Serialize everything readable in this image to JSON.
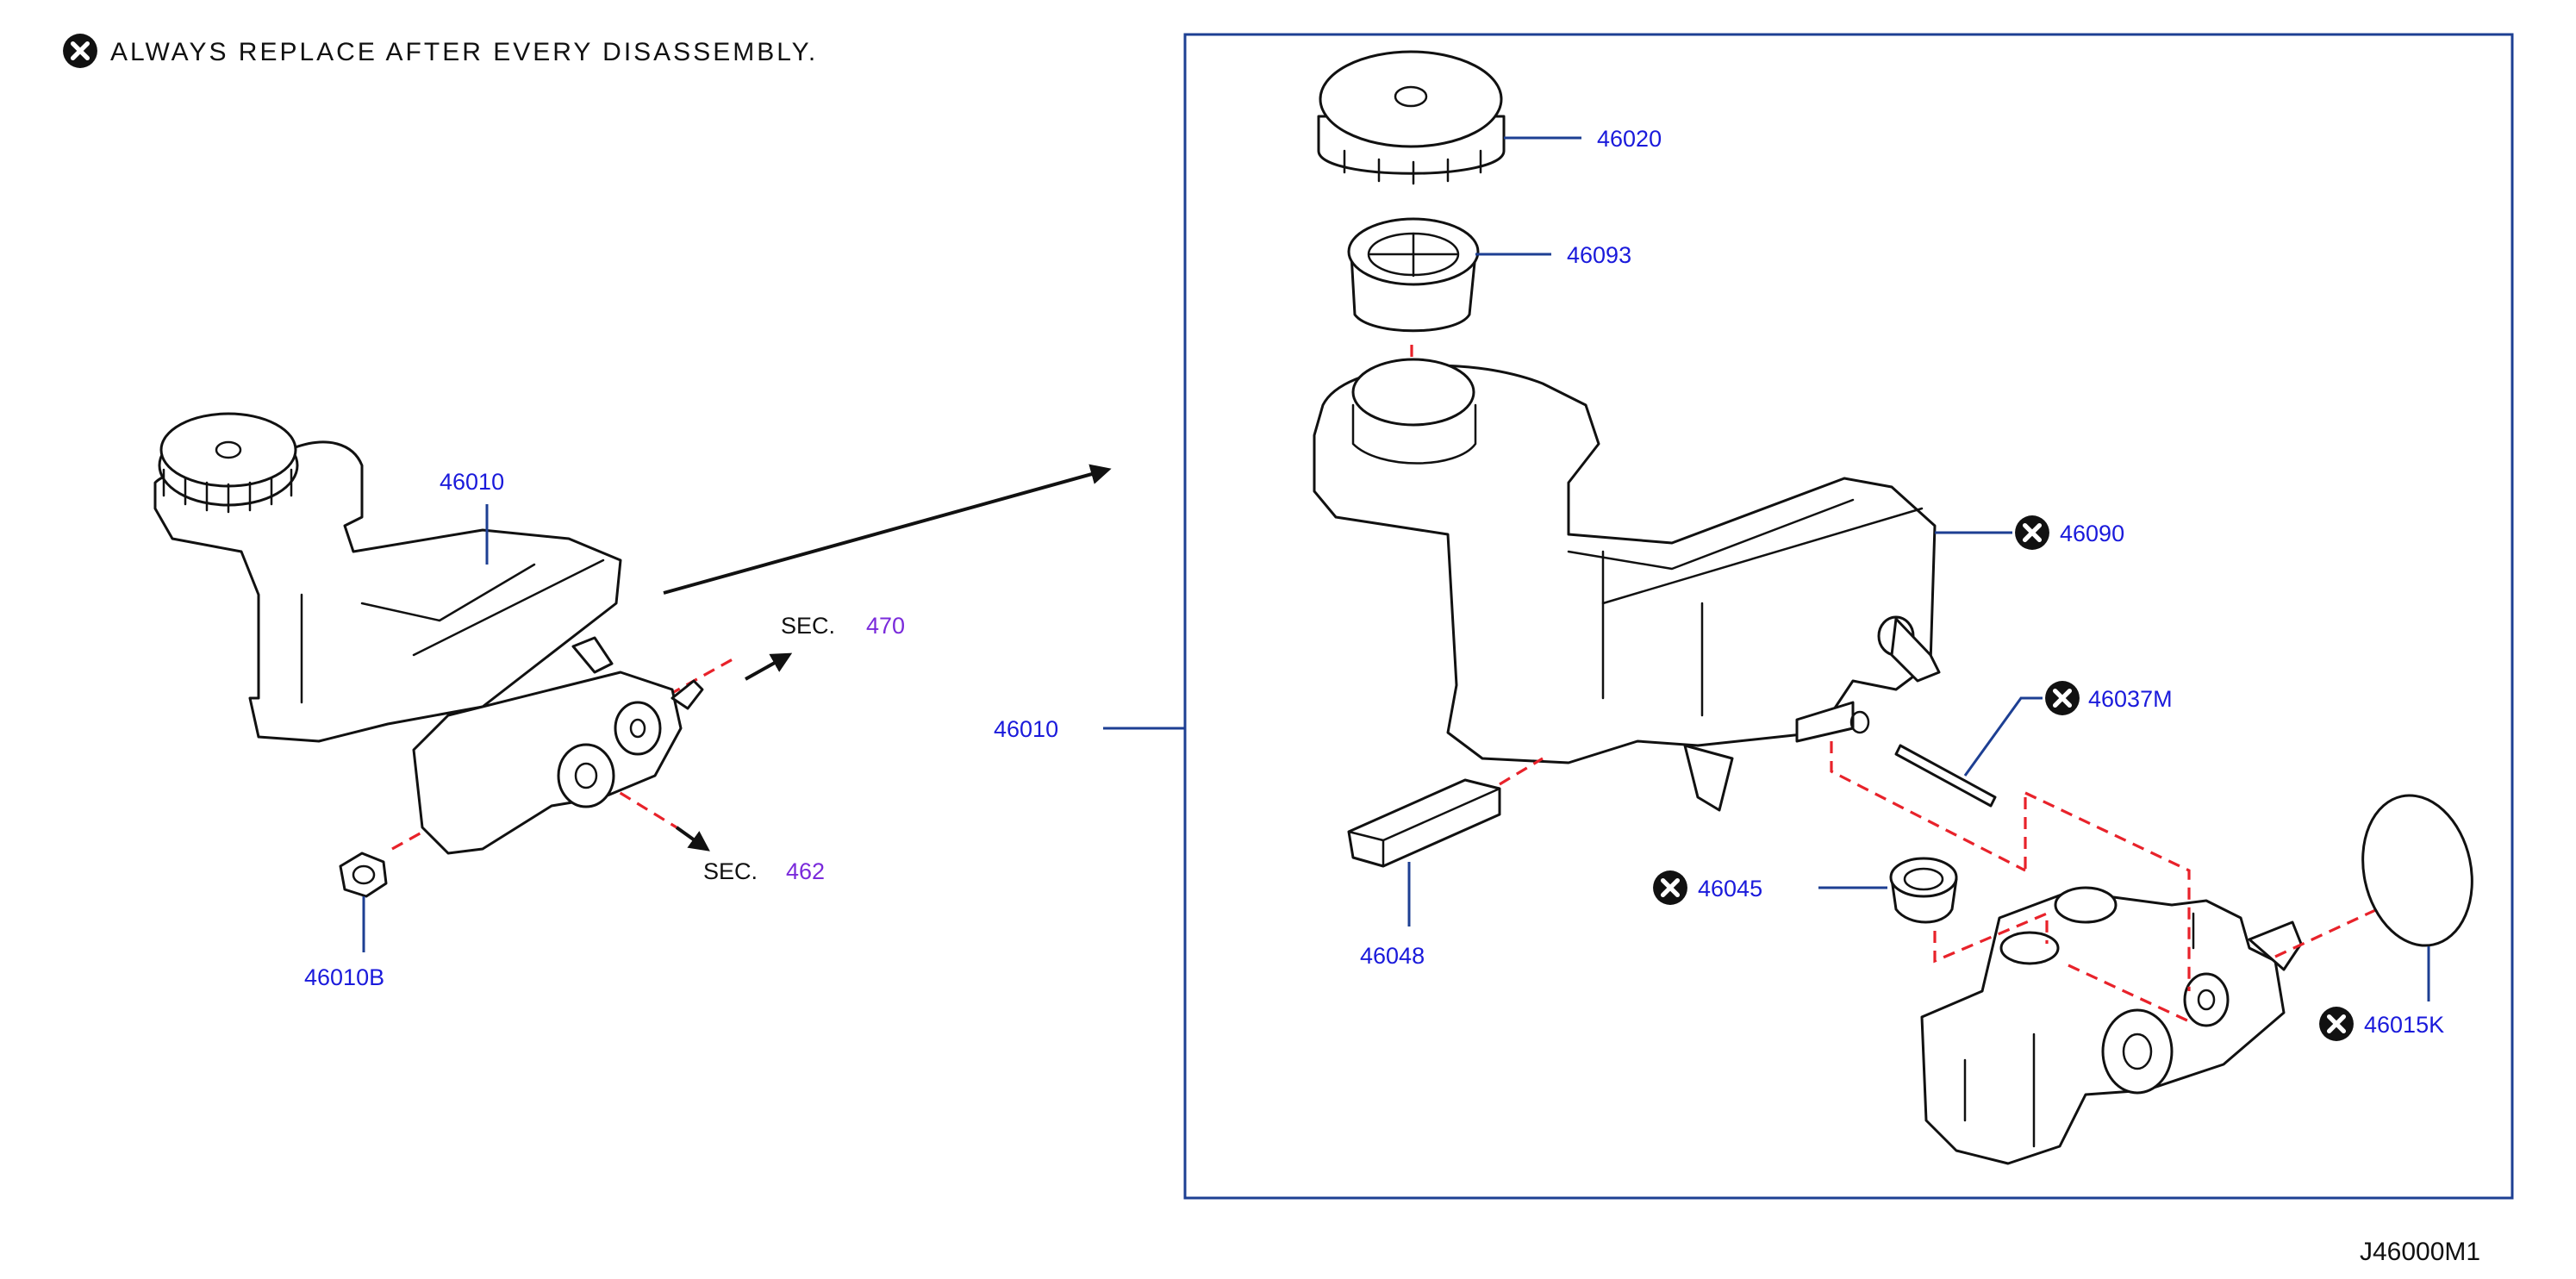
{
  "note": {
    "text": "ALWAYS REPLACE AFTER EVERY DISASSEMBLY.",
    "icon": "replace-x-icon"
  },
  "diagram_code": "J46000M1",
  "sec_labels": [
    {
      "prefix": "SEC.",
      "number": "470"
    },
    {
      "prefix": "SEC.",
      "number": "462"
    }
  ],
  "parts": {
    "p46010_assembly": "46010",
    "p46010B": "46010B",
    "p46010_box": "46010",
    "p46020": "46020",
    "p46093": "46093",
    "p46090": "46090",
    "p46037M": "46037M",
    "p46045": "46045",
    "p46048": "46048",
    "p46015K": "46015K"
  },
  "colors": {
    "part_number": "#1a1adb",
    "sec_number": "#7a2adb",
    "leader_line": "#1d3f93",
    "assembly_dash": "#e8222a",
    "box_border": "#1d3f93"
  }
}
